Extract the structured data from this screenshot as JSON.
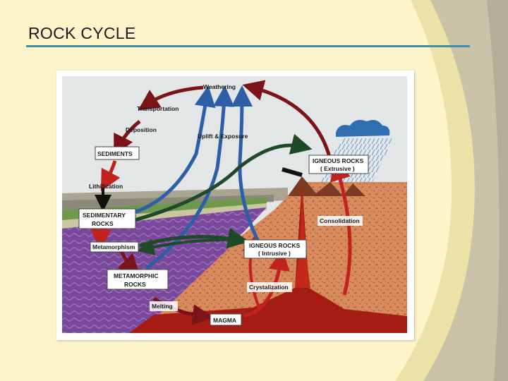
{
  "slide": {
    "title": "ROCK CYCLE"
  },
  "diagram": {
    "labels": {
      "weathering": "Weathering",
      "transportation": "Transportation",
      "deposition": "Deposition",
      "uplift": "Uplift & Exposure",
      "sediments": "SEDIMENTS",
      "lithification": "Lithification",
      "sedimentary_1": "SEDIMENTARY",
      "sedimentary_2": "ROCKS",
      "metamorphism": "Metamorphism",
      "metamorphic_1": "METAMORPHIC",
      "metamorphic_2": "ROCKS",
      "melting": "Melting",
      "magma": "MAGMA",
      "crystallization": "Crystalization",
      "igneous_intrusive_1": "IGNEOUS ROCKS",
      "igneous_intrusive_2": "( Intrusive )",
      "igneous_extrusive_1": "IGNEOUS ROCKS",
      "igneous_extrusive_2": "( Extrusive )",
      "consolidation": "Consolidation"
    },
    "colors": {
      "sky": "#dfe4e6",
      "crust": "#d98a5c",
      "metamorphic_layer": "#7a4a9a",
      "magma": "#a51d12",
      "arrow_dark_red": "#7a1418",
      "arrow_blue": "#2e5ea6",
      "arrow_green": "#1f4a2a",
      "arrow_red": "#c1221f",
      "cloud": "#2f6fb0"
    }
  }
}
